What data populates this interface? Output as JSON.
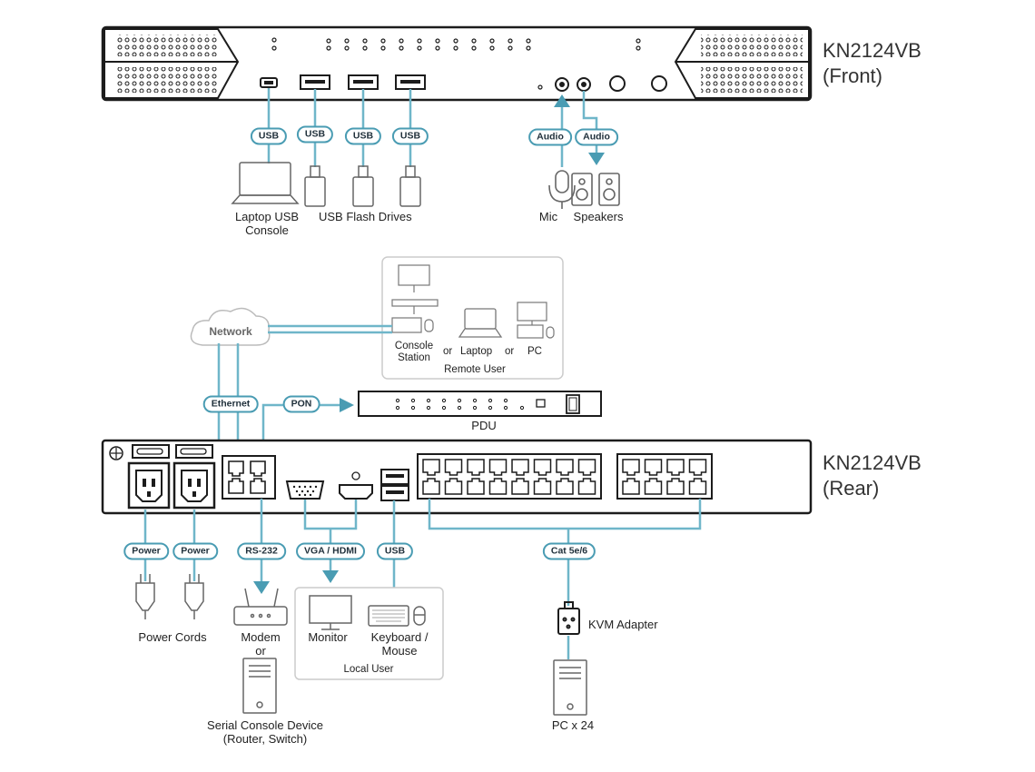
{
  "front": {
    "model": "KN2124VB",
    "view": "(Front)",
    "labels": {
      "usb": "USB",
      "audio": "Audio",
      "laptop": "Laptop USB\nConsole",
      "flash": "USB Flash Drives",
      "mic": "Mic",
      "speakers": "Speakers"
    }
  },
  "remote": {
    "network": "Network",
    "console_station": "Console\nStation",
    "or": "or",
    "laptop": "Laptop",
    "pc": "PC",
    "remote_user": "Remote User"
  },
  "middle": {
    "ethernet": "Ethernet",
    "pon": "PON",
    "pdu": "PDU"
  },
  "rear": {
    "model": "KN2124VB",
    "view": "(Rear)",
    "labels": {
      "power": "Power",
      "rs232": "RS-232",
      "vga_hdmi": "VGA / HDMI",
      "usb": "USB",
      "cat": "Cat 5e/6",
      "power_cords": "Power Cords",
      "modem": "Modem\nor",
      "monitor": "Monitor",
      "keyboard_mouse": "Keyboard /\nMouse",
      "local_user": "Local User",
      "kvm_adapter": "KVM Adapter",
      "serial_device": "Serial Console Device\n(Router, Switch)",
      "pc_count": "PC x 24"
    }
  },
  "colors": {
    "line": "#6fb6c9",
    "pill_border": "#4a9cb3",
    "arrow": "#4a9cb3",
    "device": "#1c1c1c",
    "panel_border": "#cccccc"
  }
}
